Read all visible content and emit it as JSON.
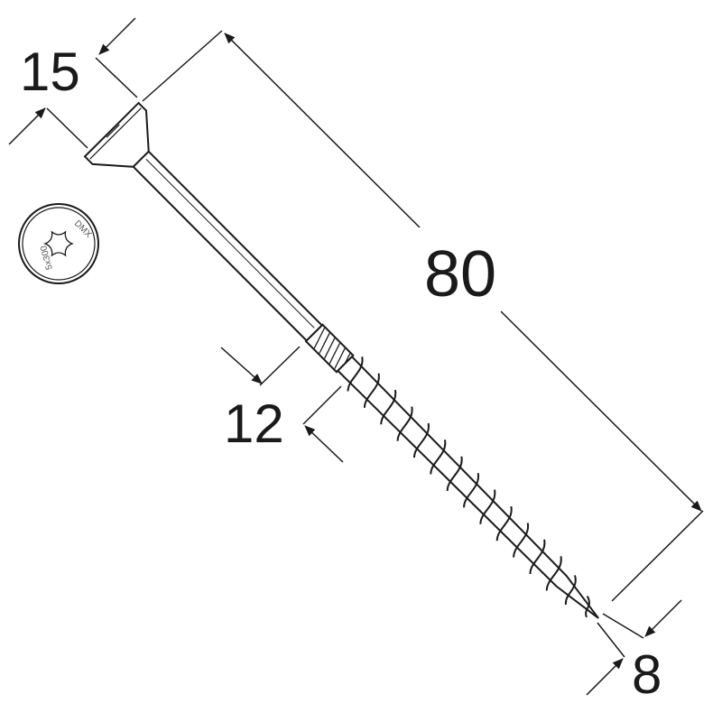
{
  "dimensions": {
    "head_diameter": "15",
    "length": "80",
    "thread_length": "12",
    "tip_length": "8"
  },
  "head_view": {
    "brand_marking": "DMX",
    "size_marking": "5x300",
    "drive_type": "torx-icon"
  },
  "colors": {
    "line": "#1a1a1a",
    "background": "#ffffff"
  }
}
